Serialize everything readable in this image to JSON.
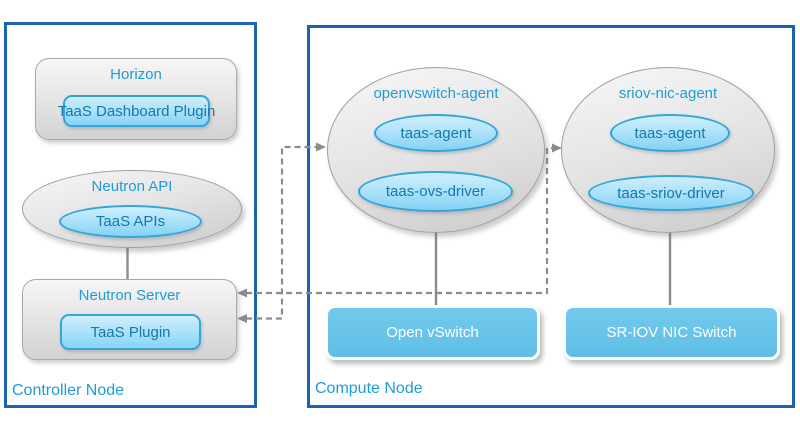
{
  "controller_node": {
    "label": "Controller Node",
    "horizon": {
      "title": "Horizon",
      "plugin": "TaaS Dashboard Plugin"
    },
    "neutron_api": {
      "title": "Neutron API",
      "apis": "TaaS APIs"
    },
    "neutron_server": {
      "title": "Neutron Server",
      "plugin": "TaaS Plugin"
    }
  },
  "compute_node": {
    "label": "Compute Node",
    "ovs_agent": {
      "title": "openvswitch-agent",
      "agent": "taas-agent",
      "driver": "taas-ovs-driver"
    },
    "sriov_agent": {
      "title": "sriov-nic-agent",
      "agent": "taas-agent",
      "driver": "taas-sriov-driver"
    },
    "ovs_switch": {
      "title": "Open vSwitch"
    },
    "sriov_switch": {
      "title": "SR-IOV NIC Switch"
    }
  },
  "colors": {
    "node_border_blue": "#1B63AE",
    "node_label_blue": "#1E9CD7",
    "shape_title_blue": "#229BD6",
    "blue_shape_border": "#34A5DB",
    "blue_shape_fill_top": "#CFEEFB",
    "blue_shape_fill_bottom": "#85D2F5",
    "switch_fill_blue": "#69C4E9",
    "switch_text": "#FFFFFF",
    "gray_fill_top": "#F6F6F6",
    "gray_fill_bottom": "#CBCBCB",
    "connector_gray": "#8C8C8C"
  }
}
